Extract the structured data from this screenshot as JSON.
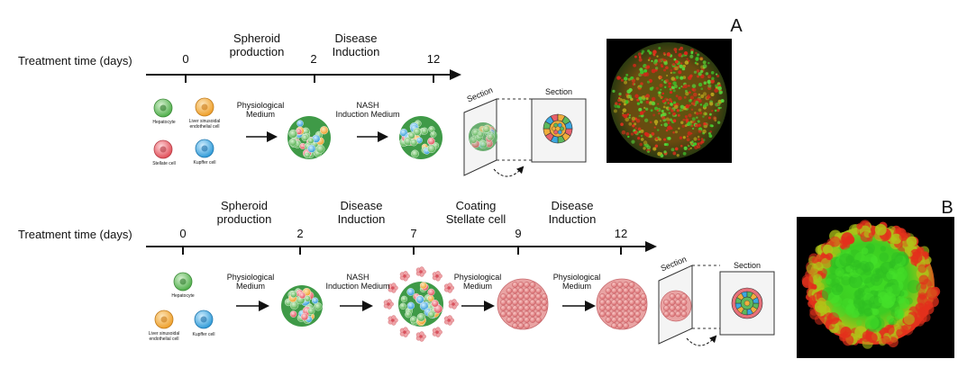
{
  "panel_a": {
    "letter": "A",
    "axis_label": "Treatment time (days)",
    "ticks": [
      "0",
      "2",
      "12"
    ],
    "phases": [
      "Spheroid\nproduction",
      "Disease\nInduction"
    ],
    "cell_labels": [
      "Hepatocyte",
      "Liver sinusoidal\nendothelial cell",
      "Stellate cell",
      "Kupffer cell"
    ],
    "step_labels": [
      "Physiological\nMedium",
      "NASH\nInduction Medium"
    ],
    "section_labels": [
      "Section",
      "Section"
    ]
  },
  "panel_b": {
    "letter": "B",
    "axis_label": "Treatment time (days)",
    "ticks": [
      "0",
      "2",
      "7",
      "9",
      "12"
    ],
    "phases": [
      "Spheroid\nproduction",
      "Disease\nInduction",
      "Coating\nStellate cell",
      "Disease\nInduction"
    ],
    "cell_labels": [
      "Hepatocyte",
      "Liver sinusoidal\nendothelial cell",
      "Kupffer cell"
    ],
    "step_labels": [
      "Physiological\nMedium",
      "NASH\nInduction Medium",
      "Physiological\nMedium",
      "Physiological\nMedium"
    ],
    "section_labels": [
      "Section",
      "Section"
    ]
  },
  "colors": {
    "hepatocyte": "#5cb85c",
    "endothelial": "#f0ad3c",
    "stellate": "#e8606a",
    "kupffer": "#3ba7df",
    "stellate_coat": "#e88a8a",
    "fluor_red": "#e8281e",
    "fluor_green": "#3fcf2a",
    "background_dark": "#000000"
  }
}
